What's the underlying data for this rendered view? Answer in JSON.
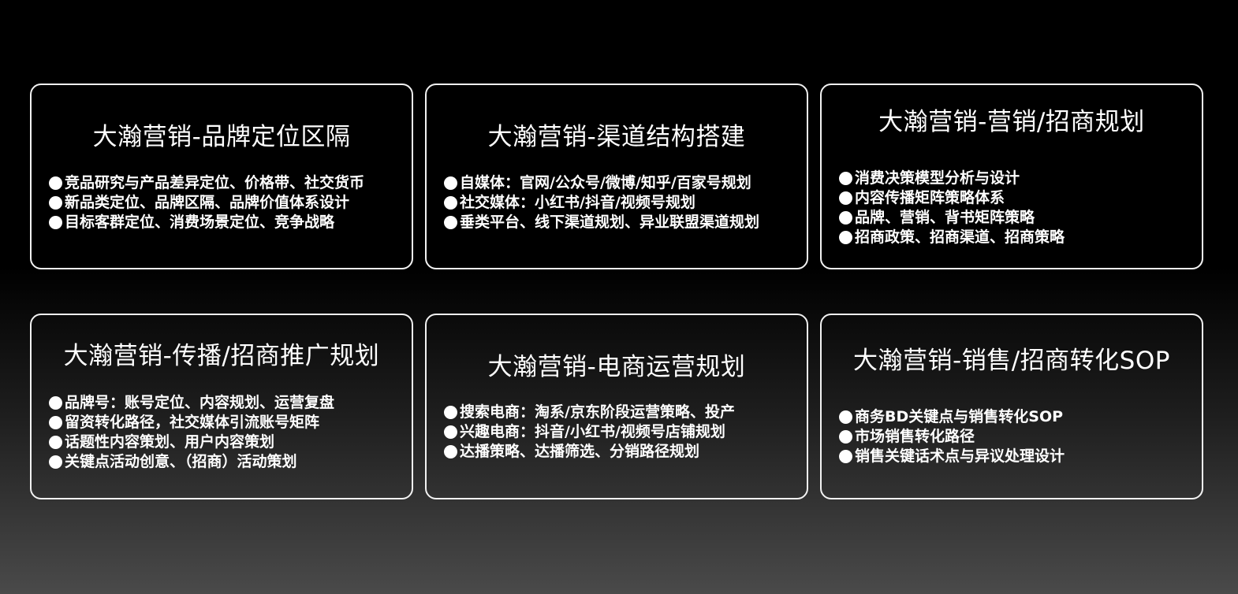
{
  "cards": [
    {
      "title": "大瀚营销-品牌定位区隔",
      "items": [
        "竞品研究与产品差异定位、价格带、社交货币",
        "新品类定位、品牌区隔、品牌价值体系设计",
        "目标客群定位、消费场景定位、竞争战略"
      ]
    },
    {
      "title": "大瀚营销-渠道结构搭建",
      "items": [
        "自媒体：官网/公众号/微博/知乎/百家号规划",
        "社交媒体：小红书/抖音/视频号规划",
        "垂类平台、线下渠道规划、异业联盟渠道规划"
      ]
    },
    {
      "title": "大瀚营销-营销/招商规划",
      "items": [
        "消费决策模型分析与设计",
        "内容传播矩阵策略体系",
        "品牌、营销、背书矩阵策略",
        "招商政策、招商渠道、招商策略"
      ]
    },
    {
      "title": "大瀚营销-传播/招商推广规划",
      "items": [
        "品牌号：账号定位、内容规划、运营复盘",
        "留资转化路径，社交媒体引流账号矩阵",
        "话题性内容策划、用户内容策划",
        "关键点活动创意、（招商）活动策划"
      ]
    },
    {
      "title": "大瀚营销-电商运营规划",
      "items": [
        "搜索电商：淘系/京东阶段运营策略、投产",
        "兴趣电商：抖音/小红书/视频号店铺规划",
        "达播策略、达播筛选、分销路径规划"
      ]
    },
    {
      "title": "大瀚营销-销售/招商转化SOP",
      "items": [
        "商务BD关键点与销售转化SOP",
        "市场销售转化路径",
        "销售关键话术点与异议处理设计"
      ]
    }
  ]
}
